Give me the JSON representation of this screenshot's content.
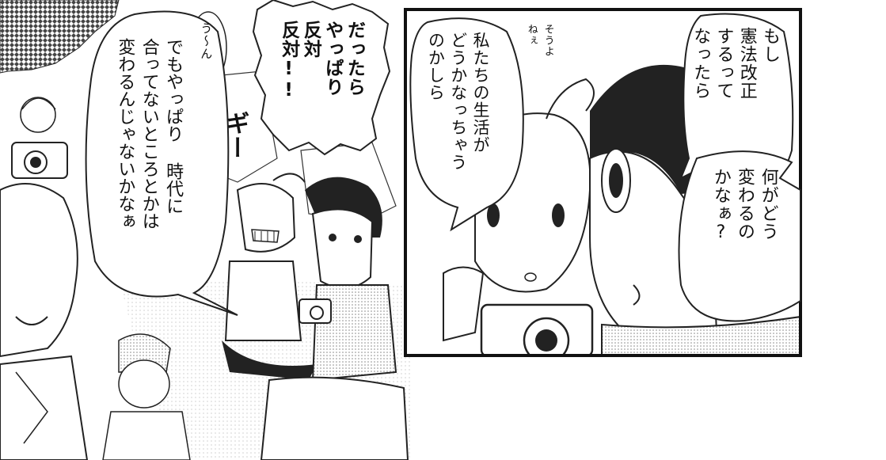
{
  "colors": {
    "ink": "#111111",
    "paper": "#ffffff",
    "tone": "#bdbdbd"
  },
  "left_panel": {
    "bubble_ehh": "う〜ん",
    "bubble_opinion": "でもやっぱり 時代に\n合ってないところとかは\n変わるんじゃないかなぁ",
    "bubble_shout": "だったら\nやっぱり\n反対\n反対!!",
    "sfx_gii": "ギー"
  },
  "right_panel": {
    "bubble_if": "もし\n憲法改正\nするって\nなったら",
    "bubble_life": "私たちの生活が\nどうかなっちゃう\nのかしら",
    "whisper": "そうよ\nねぇ",
    "bubble_what": "何がどう\n変わるの\nかなぁ?"
  },
  "icons": [
    "camera-icon",
    "camera-icon",
    "camera-icon"
  ]
}
